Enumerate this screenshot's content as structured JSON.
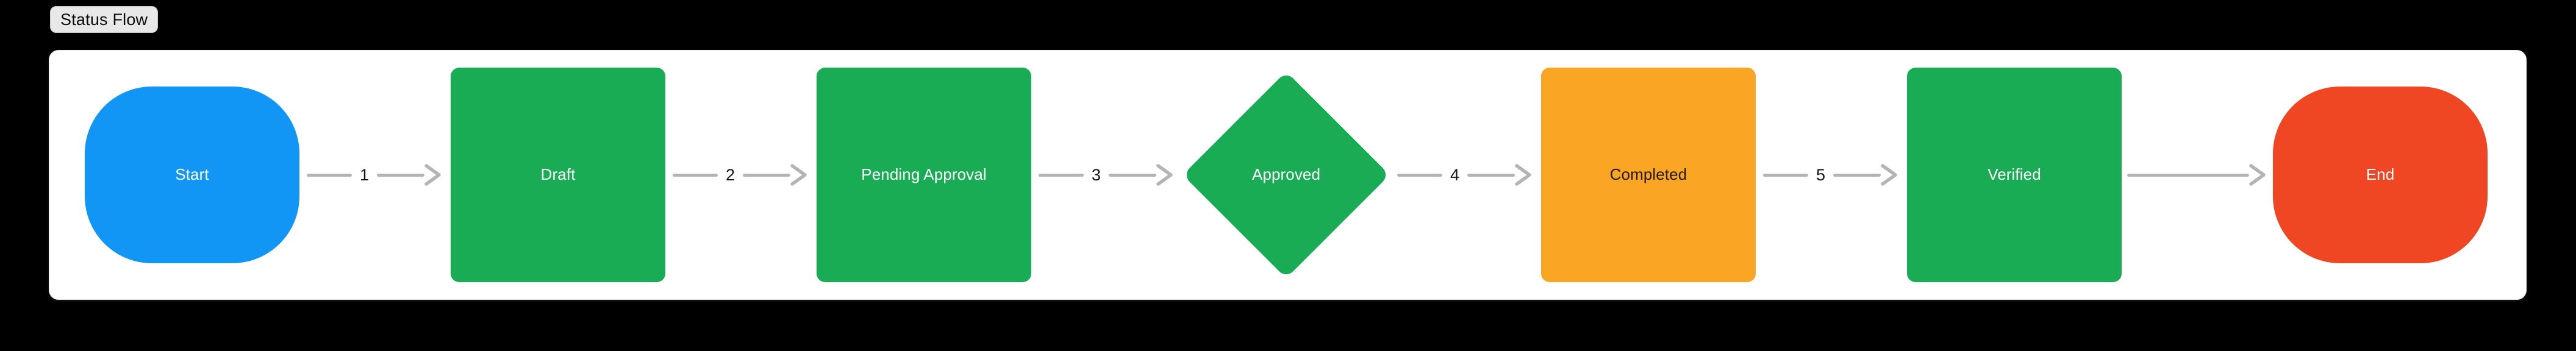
{
  "header": {
    "title": "Status Flow"
  },
  "colors": {
    "background": "#000000",
    "panel": "#ffffff",
    "badge_bg": "#e8e8e8",
    "badge_text": "#0b0b0b",
    "edge_line": "#b4b4b4",
    "edge_label_text": "#141414",
    "start_blue": "#1296f5",
    "process_green": "#1aab55",
    "completed_orange": "#fba524",
    "end_red": "#ef4723",
    "label_light": "#ffffff",
    "label_dark": "#231a05"
  },
  "diagram": {
    "type": "flowchart",
    "orientation": "horizontal",
    "nodes": [
      {
        "id": "start",
        "label": "Start",
        "shape": "squircle",
        "fill": "#1296f5",
        "text_color": "#ffffff"
      },
      {
        "id": "draft",
        "label": "Draft",
        "shape": "rect",
        "fill": "#1aab55",
        "text_color": "#ffffff"
      },
      {
        "id": "pending-approval",
        "label": "Pending Approval",
        "shape": "rect",
        "fill": "#1aab55",
        "text_color": "#ffffff"
      },
      {
        "id": "approved",
        "label": "Approved",
        "shape": "diamond",
        "fill": "#1aab55",
        "text_color": "#ffffff"
      },
      {
        "id": "completed",
        "label": "Completed",
        "shape": "rect",
        "fill": "#fba524",
        "text_color": "#231a05"
      },
      {
        "id": "verified",
        "label": "Verified",
        "shape": "rect",
        "fill": "#1aab55",
        "text_color": "#ffffff"
      },
      {
        "id": "end",
        "label": "End",
        "shape": "squircle",
        "fill": "#ef4723",
        "text_color": "#ffffff"
      }
    ],
    "edges": [
      {
        "from": "start",
        "to": "draft",
        "label": "1"
      },
      {
        "from": "draft",
        "to": "pending-approval",
        "label": "2"
      },
      {
        "from": "pending-approval",
        "to": "approved",
        "label": "3"
      },
      {
        "from": "approved",
        "to": "completed",
        "label": "4"
      },
      {
        "from": "completed",
        "to": "verified",
        "label": "5"
      },
      {
        "from": "verified",
        "to": "end",
        "label": ""
      }
    ]
  }
}
